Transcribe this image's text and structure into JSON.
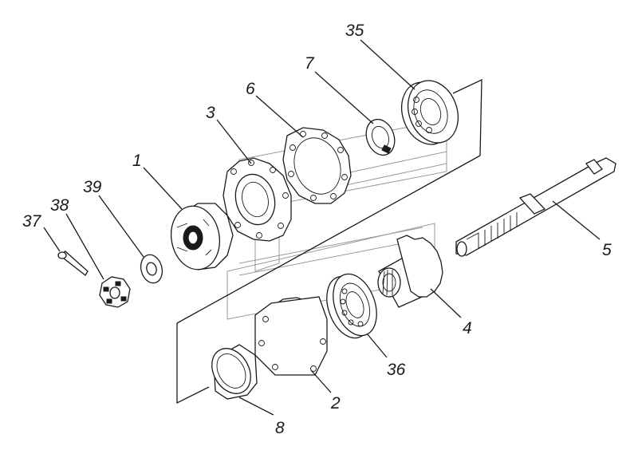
{
  "callouts": {
    "c1": "1",
    "c2": "2",
    "c3": "3",
    "c4": "4",
    "c5": "5",
    "c6": "6",
    "c7": "7",
    "c8": "8",
    "c35": "35",
    "c36": "36",
    "c37": "37",
    "c38": "38",
    "c39": "39"
  },
  "colors": {
    "ink": "#1a1a1a",
    "ghost_lines": "#9a9a9a",
    "background": "#ffffff"
  }
}
